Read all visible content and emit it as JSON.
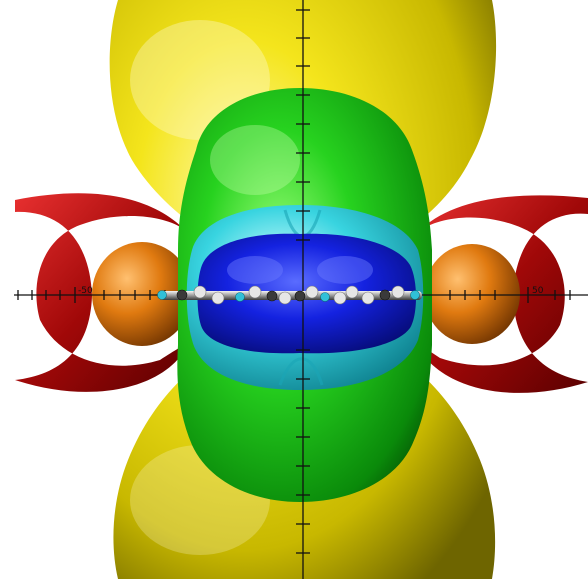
{
  "scene": {
    "kind": "3d-isosurface-render",
    "axis_labels": {
      "x_left": "-50",
      "x_right": "50"
    },
    "surface_colors": {
      "outer": "#f0e31a",
      "red_shell": "#c01010",
      "orange_caps": "#e07a10",
      "green": "#1ec81e",
      "cyan": "#3fd6e0",
      "blue": "#1020d8"
    },
    "molecule": {
      "carbon_color": "#3a3a3a",
      "hydrogen_color": "#e6e6e6",
      "nitrogen_color": "#30c0d8"
    }
  }
}
